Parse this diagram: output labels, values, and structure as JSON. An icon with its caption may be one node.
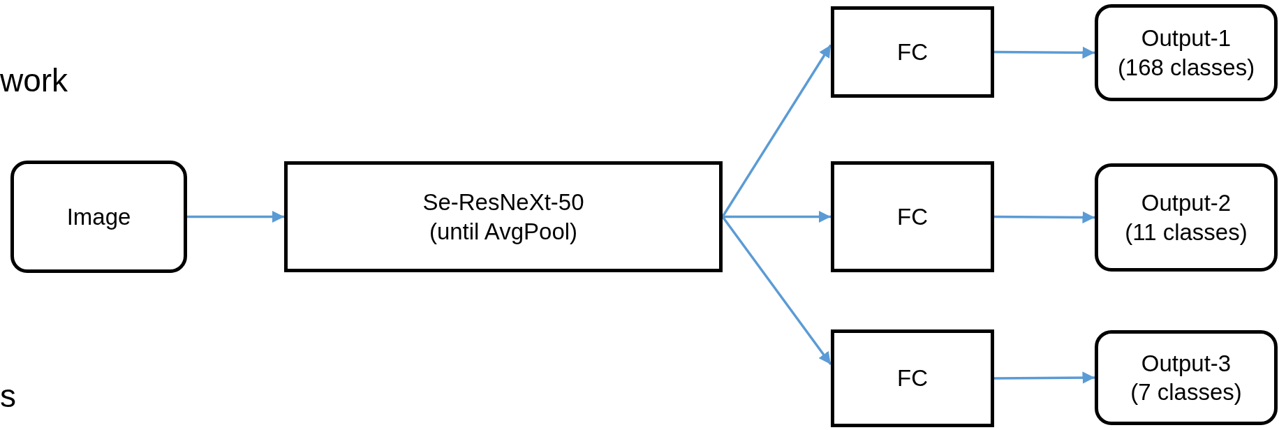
{
  "diagram": {
    "nodes": [
      {
        "text": [
          "Image"
        ]
      },
      {
        "text": [
          "Se-ResNeXt-50 (until AvgPool)"
        ]
      },
      {
        "text": [
          "FC"
        ]
      },
      {
        "text": [
          "FC"
        ]
      },
      {
        "text": [
          "FC"
        ]
      },
      {
        "text": [
          "Output-1 (168 classes)"
        ]
      },
      {
        "text": [
          "Output-2 (11 classes)"
        ]
      },
      {
        "text": [
          "Output-3 (7 classes)"
        ]
      }
    ],
    "edges": [
      {
        "from": 0,
        "to": 1,
        "arrow": "to"
      },
      {
        "from": 1,
        "to": 2,
        "arrow": "to"
      },
      {
        "from": 1,
        "to": 3,
        "arrow": "to"
      },
      {
        "from": 1,
        "to": 4,
        "arrow": "to"
      },
      {
        "from": 2,
        "to": 5,
        "arrow": "to"
      },
      {
        "from": 3,
        "to": 6,
        "arrow": "to"
      },
      {
        "from": 4,
        "to": 7,
        "arrow": "to"
      }
    ],
    "labels": [
      "work",
      "s"
    ]
  }
}
